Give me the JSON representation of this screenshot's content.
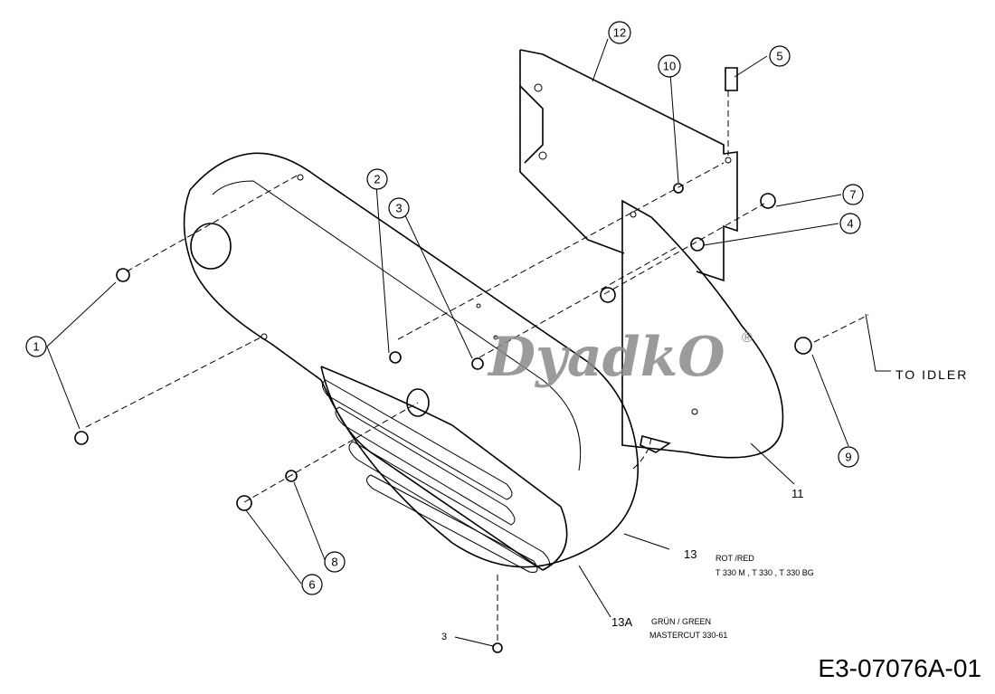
{
  "diagram": {
    "callouts": [
      "1",
      "2",
      "3",
      "12",
      "10",
      "5",
      "7",
      "4",
      "9",
      "8",
      "6"
    ],
    "labels": {
      "part_11": "11",
      "part_13": "13",
      "part_13_color": "ROT /RED",
      "part_13_models": "T 330 M , T 330 , T 330 BG",
      "part_13A": "13A",
      "part_13A_color": "GRÜN / GREEN",
      "part_13A_models": "MASTERCUT 330-61",
      "part_3_bottom": "3",
      "to_idler": "TO IDLER"
    },
    "watermark": "DyadkO®",
    "drawing_number": "E3-07076A-01"
  }
}
